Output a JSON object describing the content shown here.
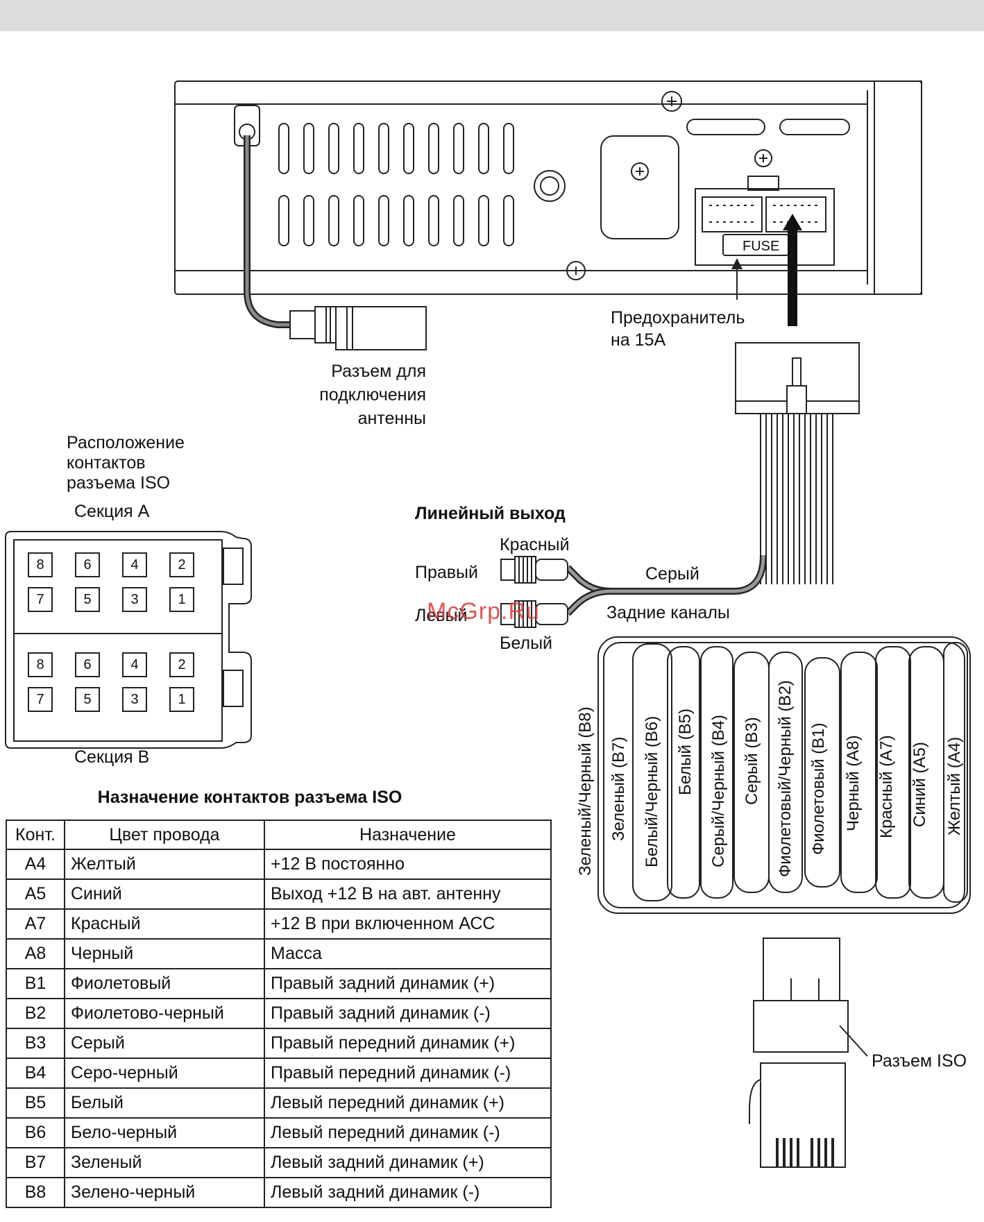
{
  "labels": {
    "fuse_box": "FUSE",
    "fuse_note_line1": "Предохранитель",
    "fuse_note_line2": "на 15А",
    "antenna_line1": "Разъем для",
    "antenna_line2": "подключения",
    "antenna_line3": "антенны",
    "pinout_line1": "Расположение",
    "pinout_line2": "контактов",
    "pinout_line3": "разъема ISO",
    "section_a": "Секция А",
    "section_b": "Секция В",
    "line_out_title": "Линейный выход",
    "red": "Красный",
    "right": "Правый",
    "left": "Левый",
    "white": "Белый",
    "gray_cable": "Серый",
    "rear_channels": "Задние каналы",
    "iso_connector": "Разъем ISO",
    "watermark": "McGrp.Ru",
    "table_title": "Назначение контактов разъема ISO"
  },
  "pin_grid": {
    "row_top": [
      "8",
      "6",
      "4",
      "2"
    ],
    "row_bottom": [
      "7",
      "5",
      "3",
      "1"
    ]
  },
  "wire_labels": [
    "Зеленый/Черный (B8)",
    "Зеленый (B7)",
    "Белый/Черный (B6)",
    "Белый (B5)",
    "Серый/Черный (B4)",
    "Серый (B3)",
    "Фиолетовый/Черный (B2)",
    "Фиолетовый (B1)",
    "Черный (A8)",
    "Красный (A7)",
    "Синий (A5)",
    "Желтый (A4)"
  ],
  "table": {
    "headers": [
      "Конт.",
      "Цвет провода",
      "Назначение"
    ],
    "rows": [
      [
        "А4",
        "Желтый",
        "+12 В постоянно"
      ],
      [
        "А5",
        "Синий",
        "Выход +12 В на авт. антенну"
      ],
      [
        "А7",
        "Красный",
        "+12 В при включенном АСС"
      ],
      [
        "А8",
        "Черный",
        "Масса"
      ],
      [
        "В1",
        "Фиолетовый",
        "Правый задний динамик (+)"
      ],
      [
        "В2",
        "Фиолетово-черный",
        "Правый задний динамик (-)"
      ],
      [
        "В3",
        "Серый",
        "Правый передний динамик (+)"
      ],
      [
        "В4",
        "Серо-черный",
        "Правый передний динамик (-)"
      ],
      [
        "В5",
        "Белый",
        "Левый передний динамик (+)"
      ],
      [
        "В6",
        "Бело-черный",
        "Левый передний динамик (-)"
      ],
      [
        "В7",
        "Зеленый",
        "Левый задний динамик (+)"
      ],
      [
        "В8",
        "Зелено-черный",
        "Левый задний динамик (-)"
      ]
    ]
  }
}
